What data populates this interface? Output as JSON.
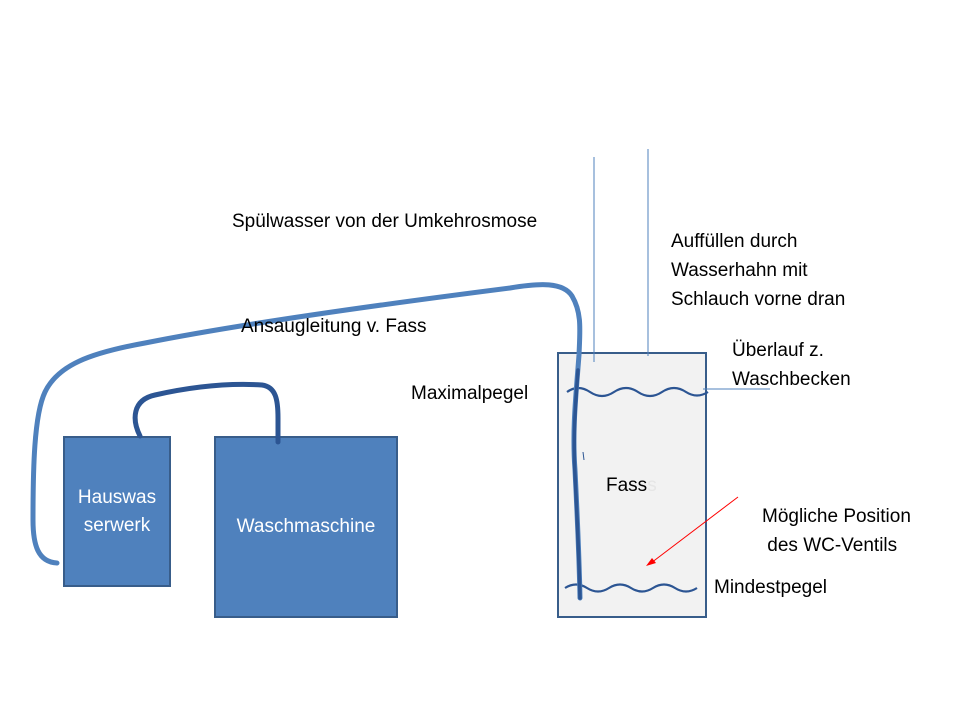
{
  "colors": {
    "box_fill": "#4f81bd",
    "box_border": "#385d8a",
    "tank_fill": "#f2f2f2",
    "light_hose": "#4f81bd",
    "dark_hose": "#2c5593",
    "thin_line": "#4f81bd",
    "arrow": "#ff0000"
  },
  "labels": {
    "spuelwasser": "Spülwasser von der Umkehrosmose",
    "auffuellen_1": "Auffüllen durch",
    "auffuellen_2": "Wasserhahn mit",
    "auffuellen_3": "Schlauch vorne dran",
    "ansaugleitung": "Ansaugleitung v. Fass",
    "ueberlauf_1": "Überlauf z.",
    "ueberlauf_2": "Waschbecken",
    "maximalpegel": "Maximalpegel",
    "mindestpegel": "Mindestpegel",
    "wc_ventil_1": "Mögliche Position",
    "wc_ventil_2": " des WC-Ventils"
  },
  "boxes": {
    "hauswasserwerk_1": "Hauswas",
    "hauswasserwerk_2": "serwerk",
    "waschmaschine": "Waschmaschine"
  },
  "tank": {
    "label_main": "Fass",
    "label_faint": "s"
  },
  "icons": {
    "arrow": "arrow-icon",
    "water_level": "wave-line"
  }
}
